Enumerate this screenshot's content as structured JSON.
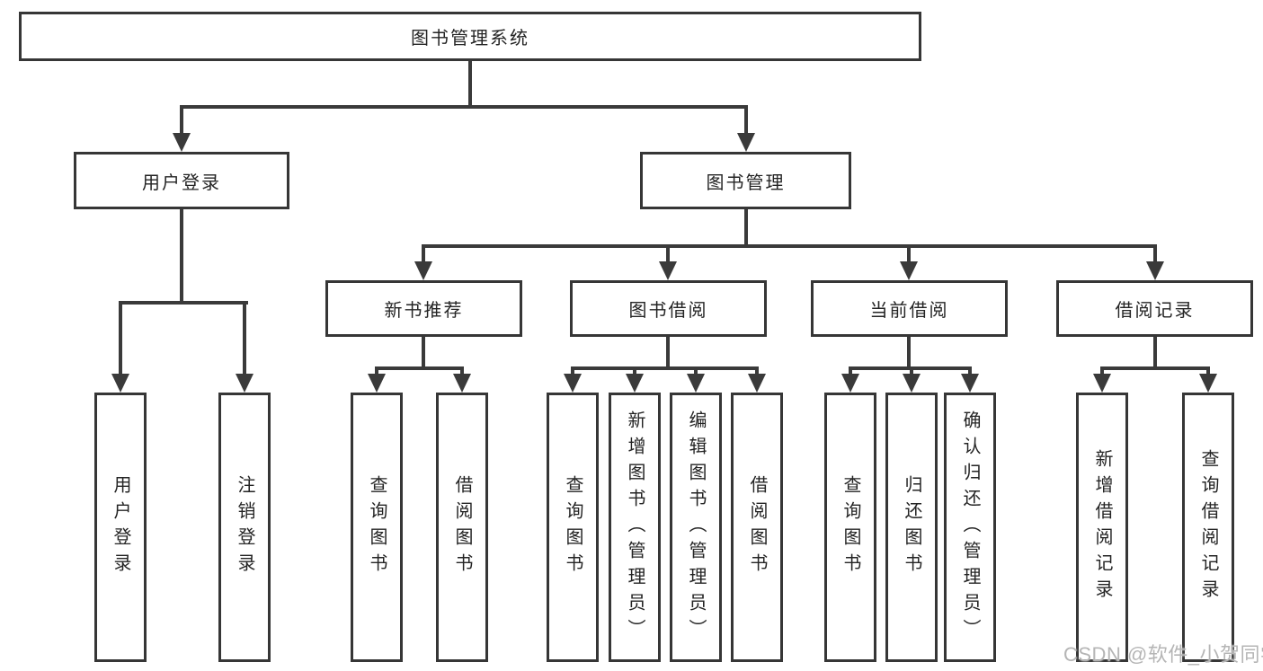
{
  "diagram": {
    "title": "图书管理系统",
    "root": {
      "label": "图书管理系统"
    },
    "branches": [
      {
        "label": "用户登录",
        "children": [
          {
            "label": "用户登录"
          },
          {
            "label": "注销登录"
          }
        ]
      },
      {
        "label": "图书管理",
        "groups": [
          {
            "label": "新书推荐",
            "children": [
              {
                "label": "查询图书"
              },
              {
                "label": "借阅图书"
              }
            ]
          },
          {
            "label": "图书借阅",
            "children": [
              {
                "label": "查询图书"
              },
              {
                "label": "新增图书（管理员）"
              },
              {
                "label": "编辑图书（管理员）"
              },
              {
                "label": "借阅图书"
              }
            ]
          },
          {
            "label": "当前借阅",
            "children": [
              {
                "label": "查询图书"
              },
              {
                "label": "归还图书"
              },
              {
                "label": "确认归还（管理员）"
              }
            ]
          },
          {
            "label": "借阅记录",
            "children": [
              {
                "label": "新增借阅记录"
              },
              {
                "label": "查询借阅记录"
              }
            ]
          }
        ]
      }
    ]
  },
  "watermark": {
    "text": "CSDN @软件_小贺同学"
  },
  "colors": {
    "line": "#3a3a3a",
    "border": "#363636",
    "text": "#242424",
    "watermark": "#b5b5b5",
    "background": "#ffffff"
  }
}
